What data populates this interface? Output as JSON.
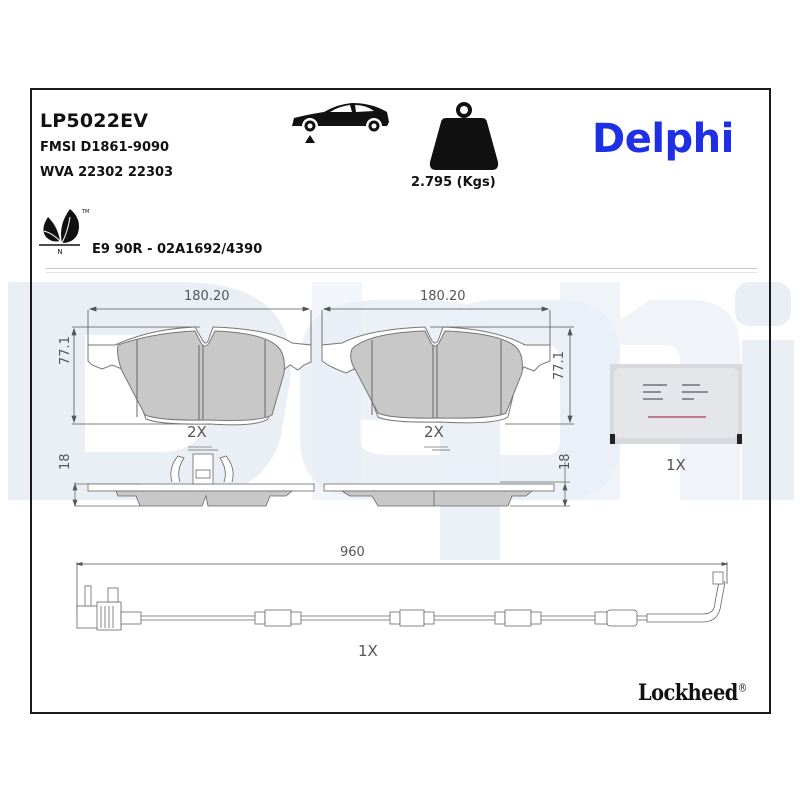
{
  "product": {
    "part_number": "LP5022EV",
    "fmsi": "FMSI D1861-9090",
    "wva": "WVA 22302 22303",
    "ece_approval": "E9 90R - 02A1692/4390",
    "weight": "2.795 (Kgs)",
    "axle_icon": "car-front-axle-icon",
    "weight_icon": "weight-icon",
    "eco_icon": "leaf-eco-icon",
    "eco_mark": "N",
    "eco_tm": "™"
  },
  "brand": {
    "name": "Delphi",
    "color": "#1f2fe6",
    "sub_brand": "Lockheed",
    "registered": "®"
  },
  "drawings": {
    "pad_left": {
      "width": "180.20",
      "height": "77.1",
      "thickness": "18",
      "quantity": "2X"
    },
    "pad_right": {
      "width": "180.20",
      "height": "77.1",
      "thickness": "18",
      "quantity": "2X"
    },
    "grease_packet": {
      "quantity": "1X"
    },
    "wear_sensor": {
      "length": "960",
      "quantity": "1X"
    }
  },
  "colors": {
    "frame": "#1a1a1a",
    "pad_fill": "#c8c8c8",
    "line": "#6a6a6a",
    "watermark": "#eaeff6"
  }
}
